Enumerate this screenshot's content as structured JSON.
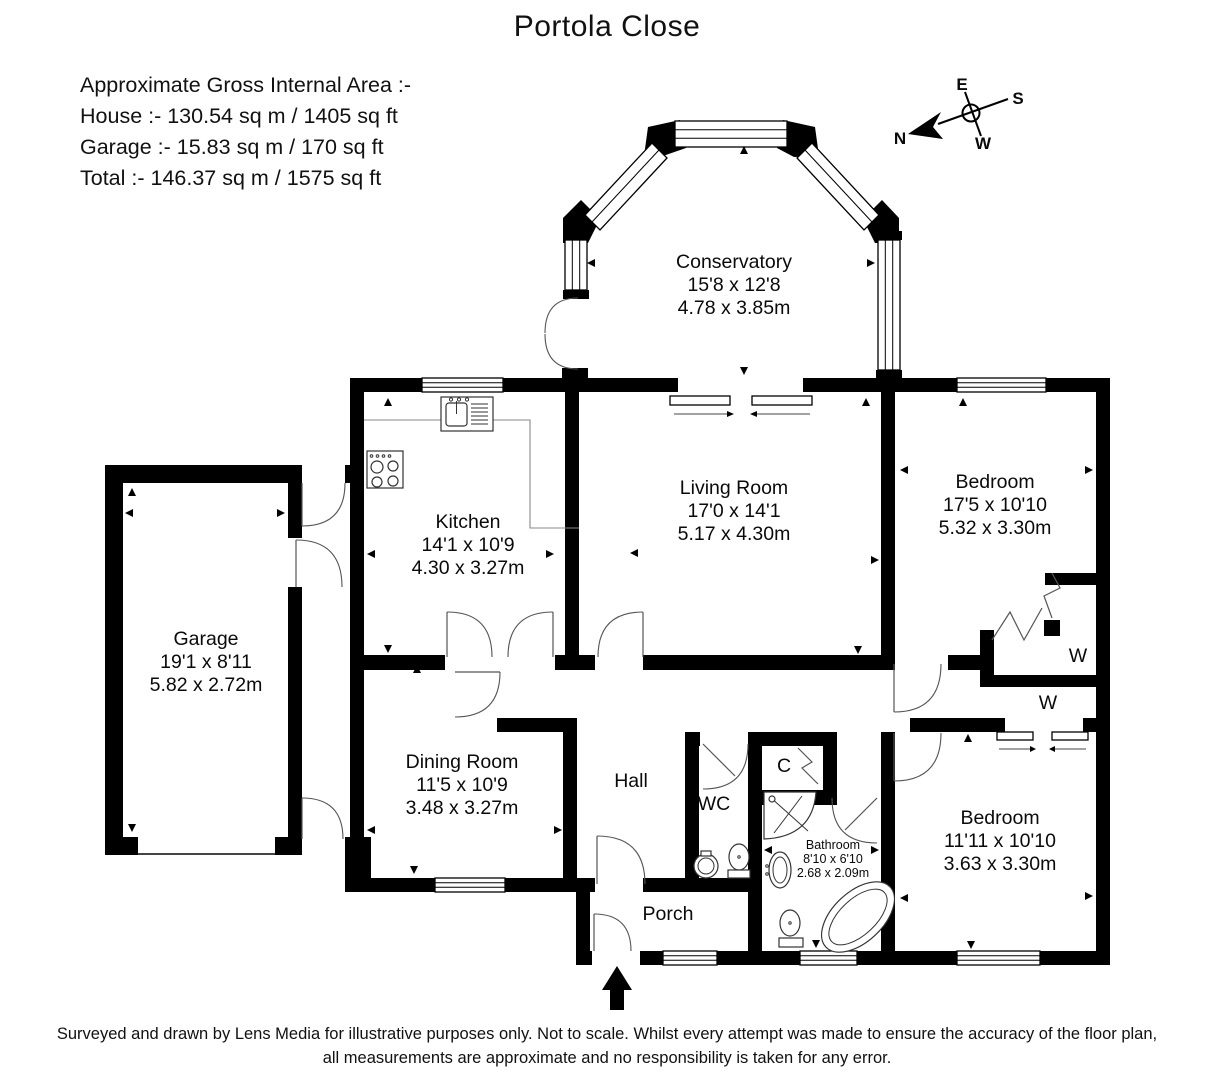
{
  "title": "Portola Close",
  "area_summary": {
    "heading": "Approximate Gross Internal Area :-",
    "house": "House :- 130.54 sq m / 1405 sq ft",
    "garage": "Garage :- 15.83 sq m / 170 sq ft",
    "total": "Total :- 146.37 sq m / 1575 sq ft"
  },
  "compass": {
    "north": "N",
    "east": "E",
    "south": "S",
    "west": "W"
  },
  "rooms": {
    "conservatory": {
      "name": "Conservatory",
      "imperial": "15'8 x 12'8",
      "metric": "4.78 x 3.85m"
    },
    "living": {
      "name": "Living Room",
      "imperial": "17'0 x 14'1",
      "metric": "5.17 x 4.30m"
    },
    "bedroom1": {
      "name": "Bedroom",
      "imperial": "17'5 x 10'10",
      "metric": "5.32 x 3.30m"
    },
    "kitchen": {
      "name": "Kitchen",
      "imperial": "14'1 x 10'9",
      "metric": "4.30 x 3.27m"
    },
    "garage": {
      "name": "Garage",
      "imperial": "19'1 x 8'11",
      "metric": "5.82 x 2.72m"
    },
    "dining": {
      "name": "Dining Room",
      "imperial": "11'5 x 10'9",
      "metric": "3.48 x 3.27m"
    },
    "bathroom": {
      "name": "Bathroom",
      "imperial": "8'10 x 6'10",
      "metric": "2.68 x 2.09m"
    },
    "bedroom2": {
      "name": "Bedroom",
      "imperial": "11'11 x 10'10",
      "metric": "3.63 x 3.30m"
    },
    "hall": {
      "name": "Hall"
    },
    "wc": {
      "name": "WC"
    },
    "cupboard": {
      "name": "C"
    },
    "porch": {
      "name": "Porch"
    },
    "wardrobe1": {
      "name": "W"
    },
    "wardrobe2": {
      "name": "W"
    }
  },
  "footer": {
    "line1": "Surveyed and drawn by Lens Media for illustrative purposes only. Not to scale. Whilst every attempt was made to ensure the accuracy of the floor plan,",
    "line2": "all measurements are approximate and no responsibility is taken for any error."
  },
  "colors": {
    "wall": "#000000",
    "background": "#ffffff",
    "door_arc": "#555555"
  }
}
